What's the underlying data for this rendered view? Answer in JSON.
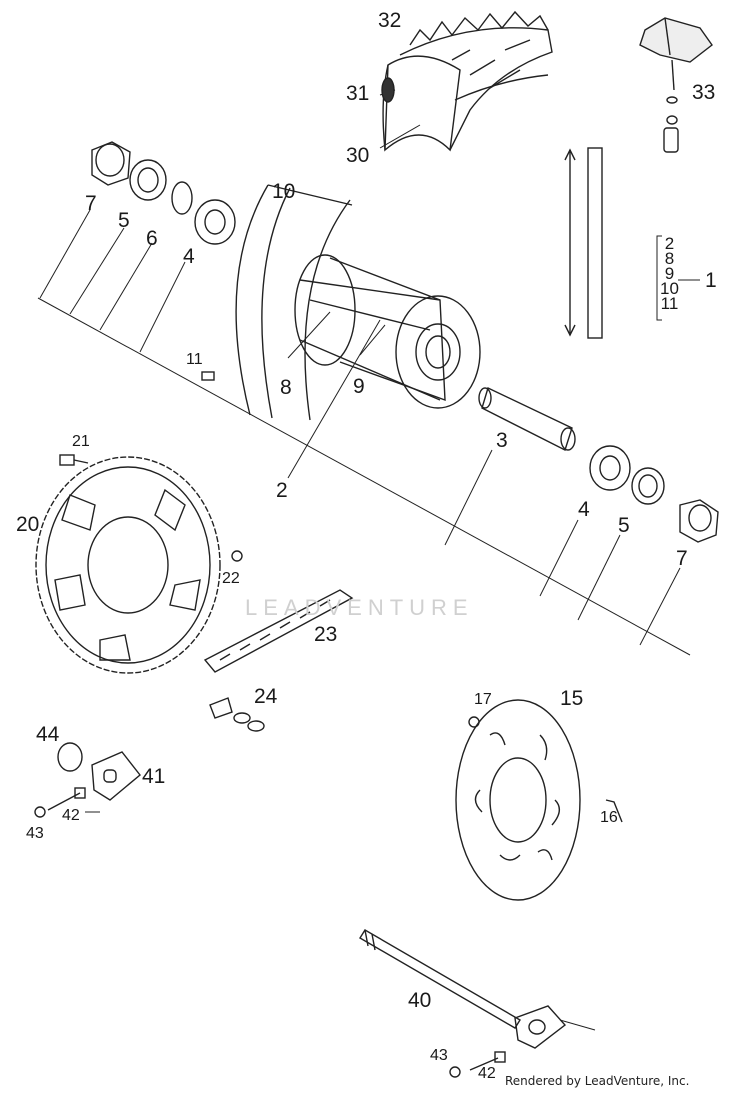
{
  "callouts": {
    "c1": "1",
    "c2": "2",
    "c3": "3",
    "c4a": "4",
    "c4b": "4",
    "c5a": "5",
    "c5b": "5",
    "c6": "6",
    "c7a": "7",
    "c7b": "7",
    "c8": "8",
    "c9": "9",
    "c10": "10",
    "c11": "11",
    "c15": "15",
    "c16": "16",
    "c17": "17",
    "c20": "20",
    "c21": "21",
    "c22": "22",
    "c23": "23",
    "c24": "24",
    "c30": "30",
    "c31": "31",
    "c32": "32",
    "c33": "33",
    "c40": "40",
    "c41": "41",
    "c42a": "42",
    "c42b": "42",
    "c43a": "43",
    "c43b": "43",
    "c44": "44"
  },
  "group_list": [
    "2",
    "8",
    "9",
    "10",
    "11"
  ],
  "watermark": "LEADVENTURE",
  "credit": "Rendered by LeadVenture, Inc."
}
